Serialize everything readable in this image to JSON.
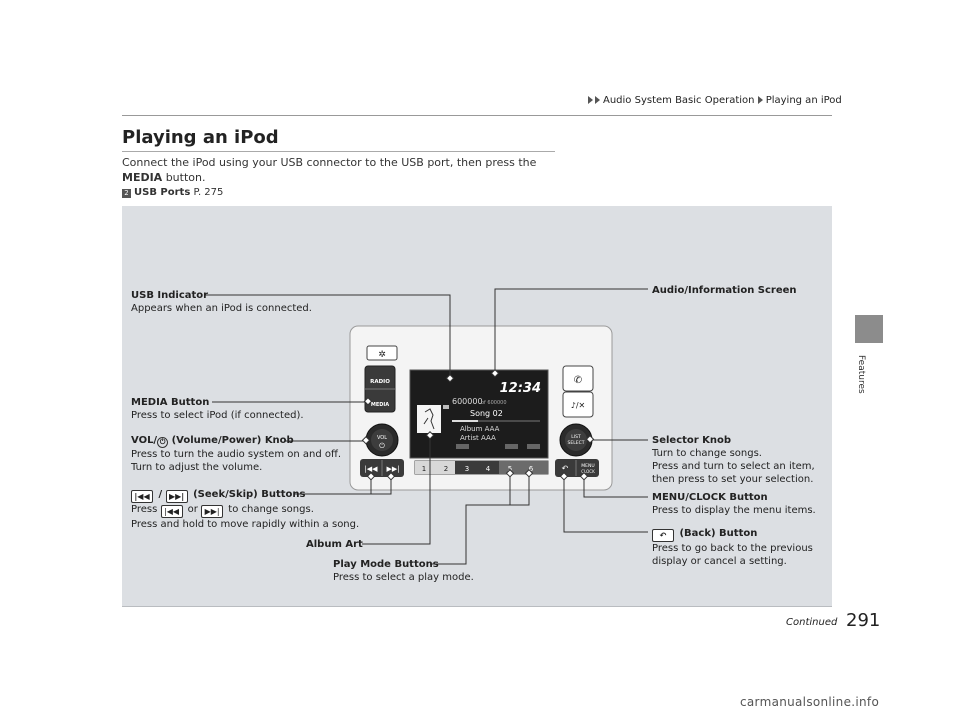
{
  "breadcrumb": {
    "section": "Audio System Basic Operation",
    "page": "Playing an iPod"
  },
  "side_tab": {
    "label": "Features"
  },
  "title": "Playing an iPod",
  "intro": {
    "text": "Connect the iPod using your USB connector to the USB port, then press the ",
    "bold": "MEDIA",
    "tail": " button."
  },
  "xref": {
    "icon": "2",
    "label": "USB Ports",
    "page": " P. 275"
  },
  "callouts": {
    "usb_indicator": {
      "title": "USB Indicator",
      "desc": "Appears when an iPod is connected."
    },
    "audio_screen": {
      "title": "Audio/Information Screen"
    },
    "media_button": {
      "title": "MEDIA Button",
      "desc": "Press to select iPod (if connected)."
    },
    "vol_knob": {
      "title_a": "VOL/",
      "title_b": " (Volume/Power) Knob",
      "desc1": "Press to turn the audio system on and off.",
      "desc2": "Turn to adjust the volume."
    },
    "seek_skip": {
      "icon_prev": "|◀◀",
      "icon_next": "▶▶|",
      "slash": " / ",
      "title": " (Seek/Skip) Buttons",
      "desc_a": "Press ",
      "desc_or": " or ",
      "desc_b": " to change songs.",
      "desc2": "Press and hold to move rapidly within a song."
    },
    "album_art": {
      "title": "Album Art"
    },
    "play_mode": {
      "title": "Play Mode Buttons",
      "desc": "Press to select a play mode."
    },
    "selector_knob": {
      "title": "Selector Knob",
      "desc1": "Turn to change songs.",
      "desc2": "Press and turn to select an item,",
      "desc3": "then press to set your selection."
    },
    "menu_clock": {
      "title": "MENU/CLOCK Button",
      "desc": "Press to display the menu items."
    },
    "back_button": {
      "icon": "↶",
      "title": " (Back) Button",
      "desc1": "Press to go back to the previous",
      "desc2": "display or cancel a setting."
    }
  },
  "device": {
    "radio_label": "RADIO",
    "media_label": "MEDIA",
    "vol_label": "VOL",
    "power_glyph": "⏻",
    "clock": "12:34",
    "track_counter": "600000",
    "track_total": "of 600000",
    "song": "Song 02",
    "album": "Album AAA",
    "artist": "Artist AAA",
    "list_label_1": "LIST",
    "list_label_2": "SELECT",
    "menu_label_1": "MENU",
    "menu_label_2": "CLOCK",
    "presets": [
      "1",
      "2",
      "3",
      "4",
      "5",
      "6"
    ]
  },
  "footer": {
    "continued": "Continued",
    "page_number": "291",
    "watermark": "carmanualsonline.info"
  }
}
